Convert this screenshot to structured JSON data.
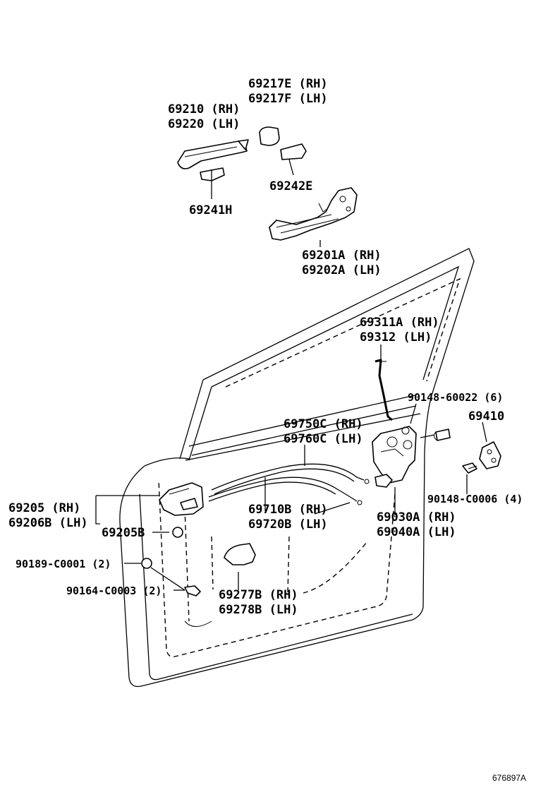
{
  "diagram": {
    "reference_code": "676897A",
    "parts": [
      {
        "id": "outside-handle",
        "lines": [
          "69210 (RH)",
          "69220 (LH)"
        ]
      },
      {
        "id": "handle-cover",
        "lines": [
          "69217E (RH)",
          "69217F (LH)"
        ]
      },
      {
        "id": "handle-pad-front",
        "lines": [
          "69241H"
        ]
      },
      {
        "id": "handle-pad-rear",
        "lines": [
          "69242E"
        ]
      },
      {
        "id": "handle-frame",
        "lines": [
          "69201A (RH)",
          "69202A (LH)"
        ]
      },
      {
        "id": "lock-rod",
        "lines": [
          "69311A (RH)",
          "69312 (LH)"
        ]
      },
      {
        "id": "striker-screw",
        "lines": [
          "90148-60022 (6)"
        ]
      },
      {
        "id": "striker",
        "lines": [
          "69410"
        ]
      },
      {
        "id": "inside-cable",
        "lines": [
          "69750C (RH)",
          "69760C (LH)"
        ]
      },
      {
        "id": "inside-handle",
        "lines": [
          "69205 (RH)",
          "69206B (LH)"
        ]
      },
      {
        "id": "inside-handle-bezel",
        "lines": [
          "69205B"
        ]
      },
      {
        "id": "lock-cable",
        "lines": [
          "69710B (RH)",
          "69720B (LH)"
        ]
      },
      {
        "id": "door-lock",
        "lines": [
          "69030A (RH)",
          "69040A (LH)"
        ]
      },
      {
        "id": "striker-bolt",
        "lines": [
          "90148-C0006 (4)"
        ]
      },
      {
        "id": "clip",
        "lines": [
          "90189-C0001 (2)"
        ]
      },
      {
        "id": "screw",
        "lines": [
          "90164-C0003 (2)"
        ]
      },
      {
        "id": "handle-cover-inner",
        "lines": [
          "69277B (RH)",
          "69278B (LH)"
        ]
      }
    ]
  }
}
